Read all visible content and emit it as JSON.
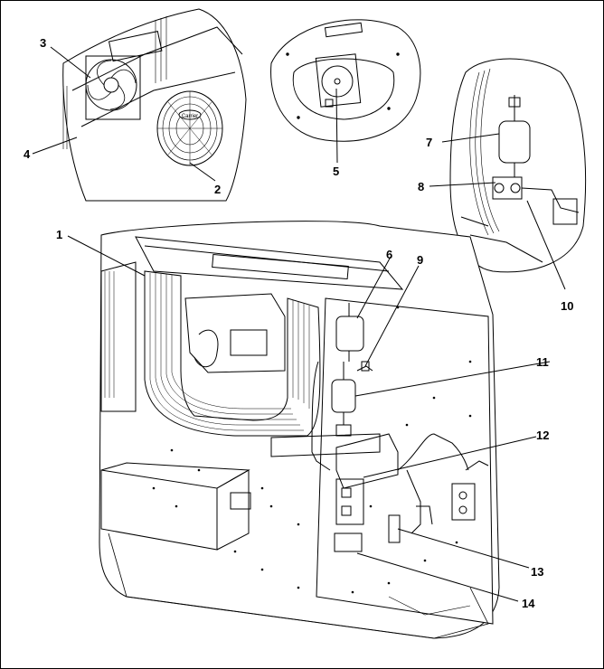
{
  "diagram": {
    "callouts": [
      {
        "id": "1",
        "label": "1"
      },
      {
        "id": "2",
        "label": "2"
      },
      {
        "id": "3",
        "label": "3"
      },
      {
        "id": "4",
        "label": "4"
      },
      {
        "id": "5",
        "label": "5"
      },
      {
        "id": "6",
        "label": "6"
      },
      {
        "id": "7",
        "label": "7"
      },
      {
        "id": "8",
        "label": "8"
      },
      {
        "id": "9",
        "label": "9"
      },
      {
        "id": "10",
        "label": "10"
      },
      {
        "id": "11",
        "label": "11"
      },
      {
        "id": "12",
        "label": "12"
      },
      {
        "id": "13",
        "label": "13"
      },
      {
        "id": "14",
        "label": "14"
      }
    ]
  },
  "logo_text": "Carrier",
  "colors": {
    "line": "#000000",
    "arrow": "#9a9a9a",
    "panel": "#ffffff"
  }
}
